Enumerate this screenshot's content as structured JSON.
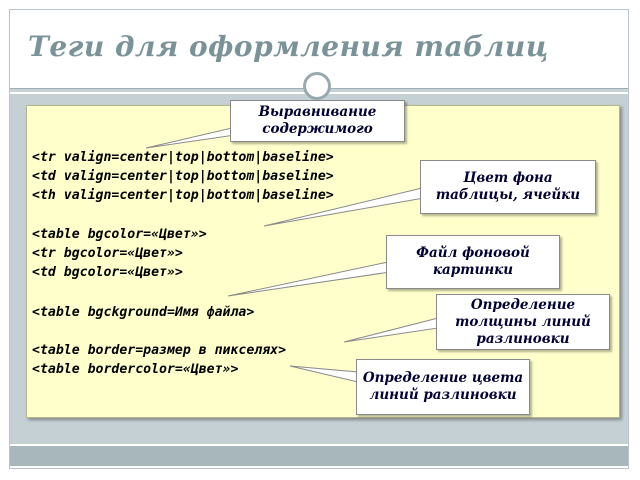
{
  "slide": {
    "title": "Теги для оформления таблиц"
  },
  "code_lines": [
    "<tr valign=center|top|bottom|baseline>",
    "<td valign=center|top|bottom|baseline>",
    "<th valign=center|top|bottom|baseline>",
    "<table bgcolor=«Цвет»>",
    "<tr bgcolor=«Цвет»>",
    "<td bgcolor=«Цвет»>",
    "<table bgckground=Имя файла>",
    "<table border=размер в пикселях>",
    "<table bordercolor=«Цвет»>"
  ],
  "callouts": [
    "Выравнивание содержимого",
    "Цвет фона таблицы, ячейки",
    "Файл фоновой картинки",
    "Определение толщины линий разлиновки",
    "Определение цвета линий разлиновки"
  ],
  "colors": {
    "title": "#7a9398",
    "content_background": "#ffffcc",
    "band": "#c5d0d4",
    "bottom_bar": "#a7b7bc"
  }
}
